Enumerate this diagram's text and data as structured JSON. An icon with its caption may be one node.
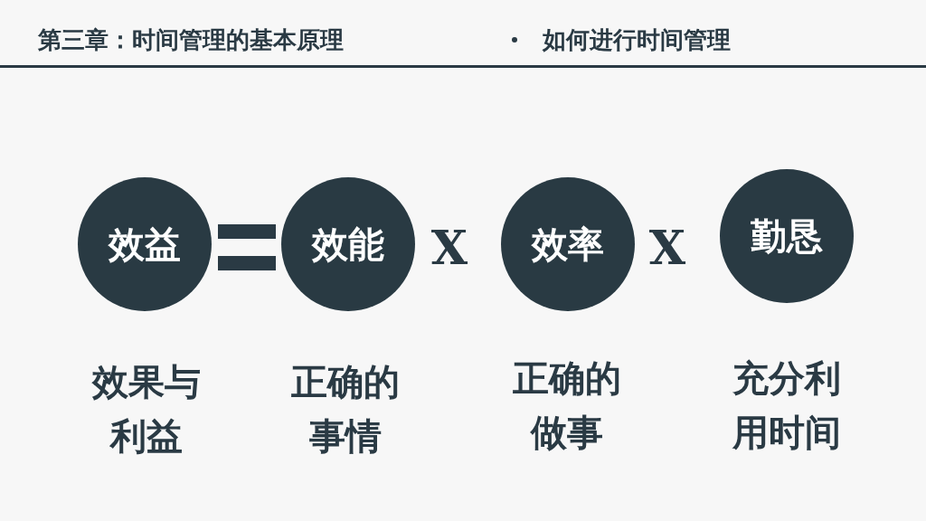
{
  "diagram": {
    "title": "第三章：时间管理的基本原理",
    "nodes": [
      {
        "text": [
          "效益"
        ],
        "beside": [
          "效果与利益"
        ]
      },
      {
        "text": [
          "效能"
        ],
        "beside": [
          "正确的事情"
        ]
      },
      {
        "text": [
          "效率"
        ],
        "beside": [
          "正确的做事"
        ]
      },
      {
        "text": [
          "勤恳"
        ],
        "beside": [
          "充分利用时间"
        ]
      }
    ],
    "edges": [],
    "labels": [
      "如何进行时间管理",
      "X",
      "X"
    ]
  }
}
